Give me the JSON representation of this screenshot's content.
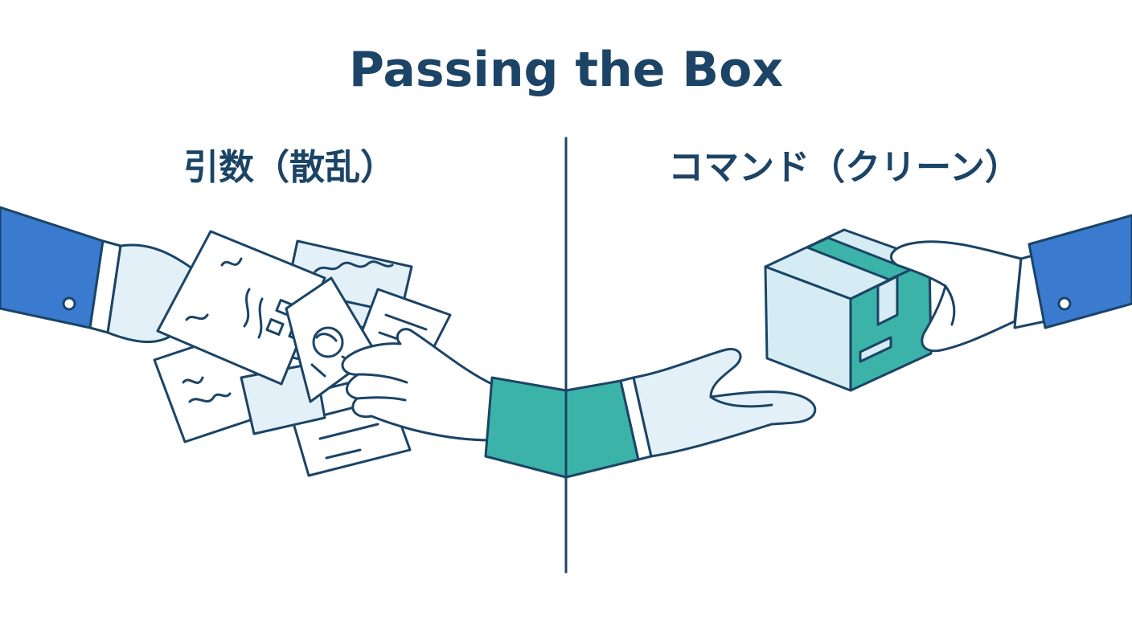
{
  "title": "Passing the Box",
  "left_panel": {
    "label": "引数（散乱）"
  },
  "right_panel": {
    "label": "コマンド（クリーン）"
  },
  "colors": {
    "ink": "#1b4466",
    "sleeve_blue": "#3a7bd0",
    "teal": "#3bb3a8",
    "paper": "#ffffff",
    "box_light": "#d6ecf5",
    "box_teal": "#3bb3a8",
    "hand_shade": "#e4f0f8"
  }
}
